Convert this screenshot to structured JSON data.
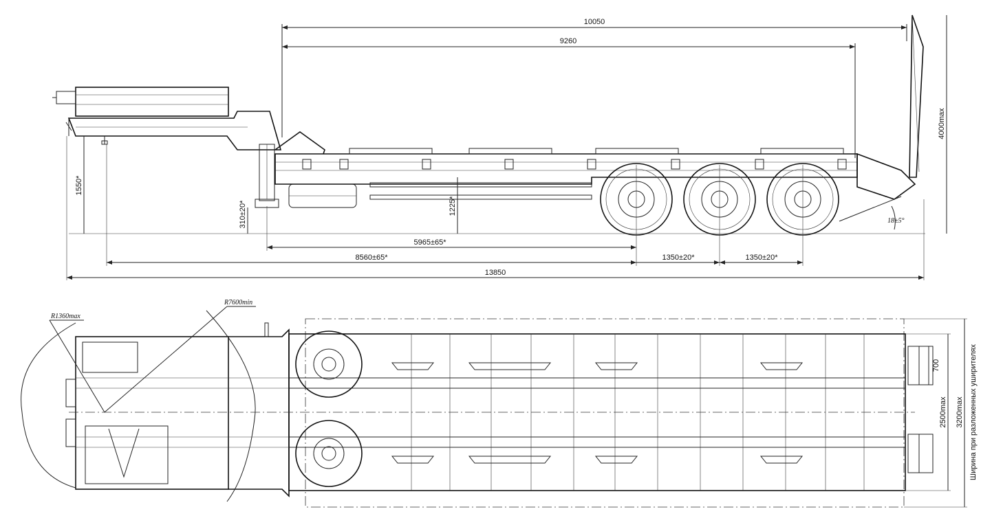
{
  "side_view": {
    "dimensions": {
      "overall_length": "10050",
      "platform_length": "9260",
      "total_length": "13850",
      "height_max": "4000max",
      "fifth_wheel_height": "1550*",
      "support_height": "310±20*",
      "deck_height": "1225*",
      "kingpin_to_first_axle": "5965±65*",
      "kingpin_to_axle_base": "8560±65*",
      "axle_spacing_1": "1350±20*",
      "axle_spacing_2": "1350±20*",
      "ramp_angle": "18±5°"
    }
  },
  "top_view": {
    "dimensions": {
      "turn_radius_front": "R1360max",
      "turn_radius_min": "R7600min",
      "ramp_width": "700",
      "body_width": "2500max",
      "width_extended": "3200max"
    },
    "labels": {
      "width_note": "Ширина при разложенных уширителях"
    }
  }
}
